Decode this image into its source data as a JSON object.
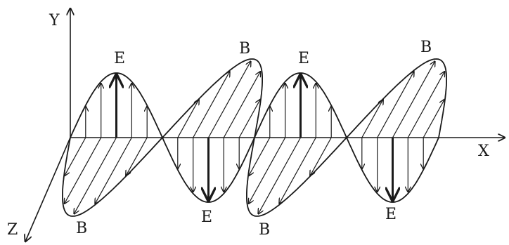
{
  "axes": {
    "y_label": "Y",
    "x_label": "X",
    "z_label": "Z"
  },
  "labels": {
    "e_top_1": "E",
    "e_top_2": "E",
    "e_bottom_1": "E",
    "e_bottom_2": "E",
    "b_top_1": "B",
    "b_top_2": "B",
    "b_bottom_1": "B",
    "b_bottom_2": "B"
  },
  "colors": {
    "ink": "#1a1a1a",
    "background": "#ffffff"
  }
}
